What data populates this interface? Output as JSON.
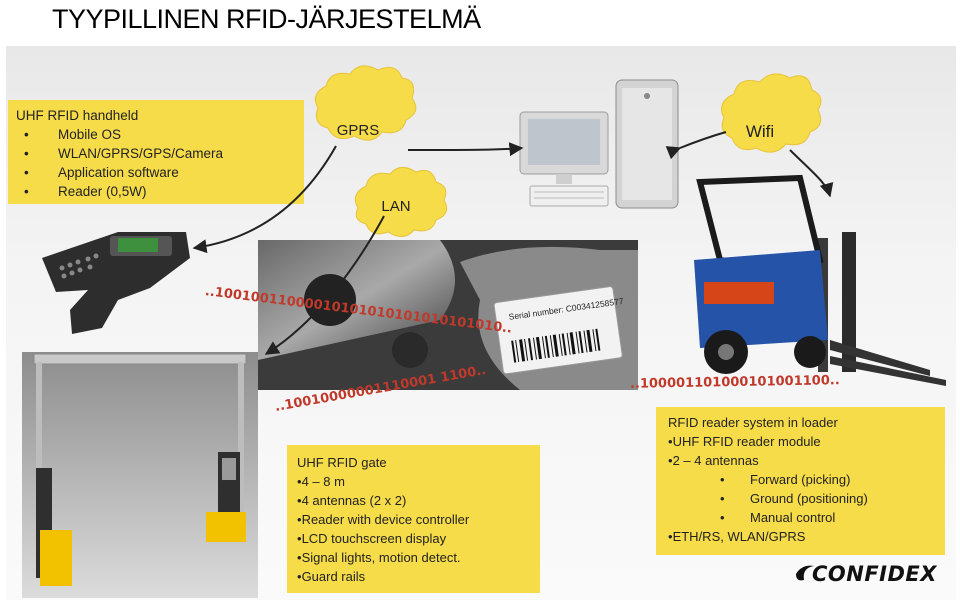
{
  "title": "TYYPILLINEN RFID-JÄRJESTELMÄ",
  "handheld": {
    "heading": "UHF RFID handheld",
    "items": [
      "Mobile OS",
      "WLAN/GPRS/GPS/Camera",
      "Application software",
      "Reader (0,5W)"
    ]
  },
  "clouds": {
    "gprs": "GPRS",
    "lan": "LAN",
    "wifi": "Wifi"
  },
  "bitstreams": {
    "handheld": "..10010011000010101010101010101010..",
    "gate": "..10010000001110001 1100..",
    "loader": "..100001101000101001100.."
  },
  "gate": {
    "heading": "UHF RFID gate",
    "items": [
      "4 – 8 m",
      "4 antennas (2 x 2)",
      "Reader with device controller",
      "LCD touchscreen display",
      "Signal lights, motion detect.",
      "Guard rails"
    ]
  },
  "tag_label": {
    "serial": "Serial number: C00341258577"
  },
  "loader": {
    "heading": "RFID reader system in loader",
    "module": "UHF RFID reader module",
    "antennas": "2 – 4 antennas",
    "sub": [
      "Forward (picking)",
      "Ground (positioning)",
      "Manual control"
    ],
    "eth": "ETH/RS, WLAN/GPRS"
  },
  "logo": "CONFIDEX",
  "colors": {
    "box": "#f7dc4a",
    "bits": "#c0392b",
    "cloud": "#f7dc4a"
  }
}
